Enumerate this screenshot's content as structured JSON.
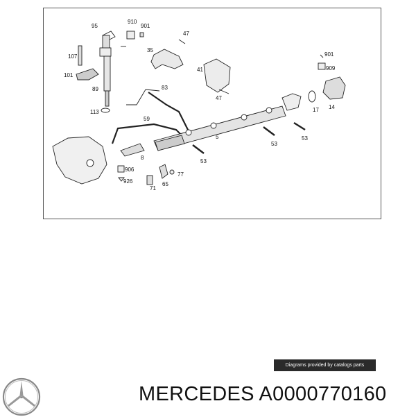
{
  "diagram": {
    "labels": {
      "l95": "95",
      "l910": "910",
      "l901a": "901",
      "l47a": "47",
      "l107": "107",
      "l35": "35",
      "l901b": "901",
      "l909": "909",
      "l101": "101",
      "l89": "89",
      "l83": "83",
      "l41": "41",
      "l47b": "47",
      "l17": "17",
      "l14": "14",
      "l113": "113",
      "l59": "59",
      "l5": "5",
      "l53a": "53",
      "l53b": "53",
      "l8": "8",
      "l53c": "53",
      "l906": "906",
      "l77": "77",
      "l926": "926",
      "l71": "71",
      "l65": "65"
    }
  },
  "credit": {
    "text": "Diagrams provided by catalogs parts"
  },
  "footer": {
    "brand": "MERCEDES",
    "part_number": "A0000770160"
  }
}
